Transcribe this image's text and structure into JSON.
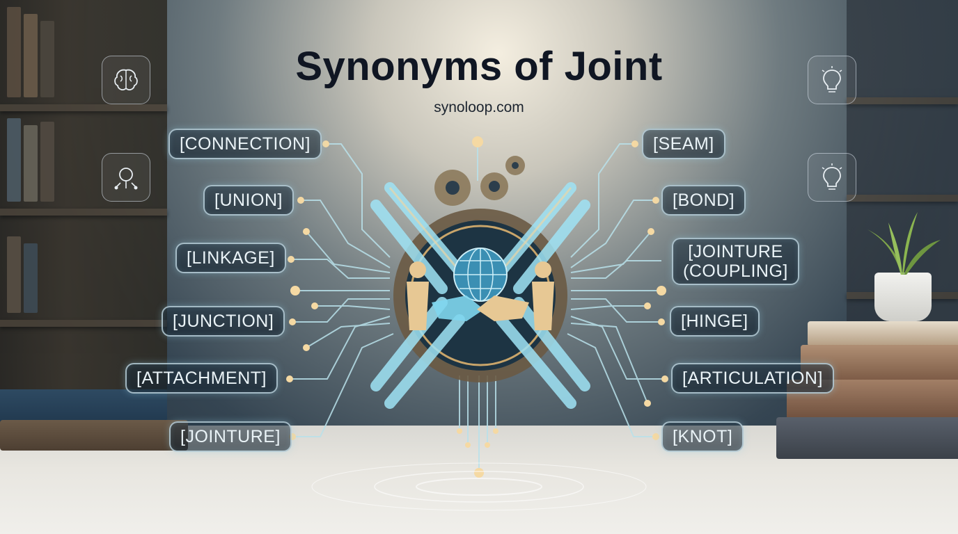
{
  "header": {
    "title": "Synonyms of Joint",
    "subtitle": "synoloop.com"
  },
  "left_synonyms": [
    {
      "label": "[CONNECTION]"
    },
    {
      "label": "[UNION]"
    },
    {
      "label": "[LINKAGE]"
    },
    {
      "label": "[JUNCTION]"
    },
    {
      "label": "[ATTACHMENT]"
    },
    {
      "label": "[JOINTURE]"
    }
  ],
  "right_synonyms": [
    {
      "label": "[SEAM]"
    },
    {
      "label": "[BOND]"
    },
    {
      "label_line1": "[JOINTURE",
      "label_line2": "(COUPLING]"
    },
    {
      "label": "[HINGE]"
    },
    {
      "label": "[ARTICULATION]"
    },
    {
      "label": "[KNOT]"
    }
  ],
  "icons": {
    "left": [
      "brain-icon",
      "magnifier-network-icon"
    ],
    "right": [
      "lightbulb-icon",
      "lightbulb-icon"
    ],
    "center": "handshake-chain-icon"
  },
  "colors": {
    "title": "#101623",
    "pill_text": "#eaf3f7",
    "line": "#b9e1ea",
    "dot": "#f5d9a3",
    "chain_glow": "#7fd6ee",
    "gold": "#c9a56a"
  }
}
